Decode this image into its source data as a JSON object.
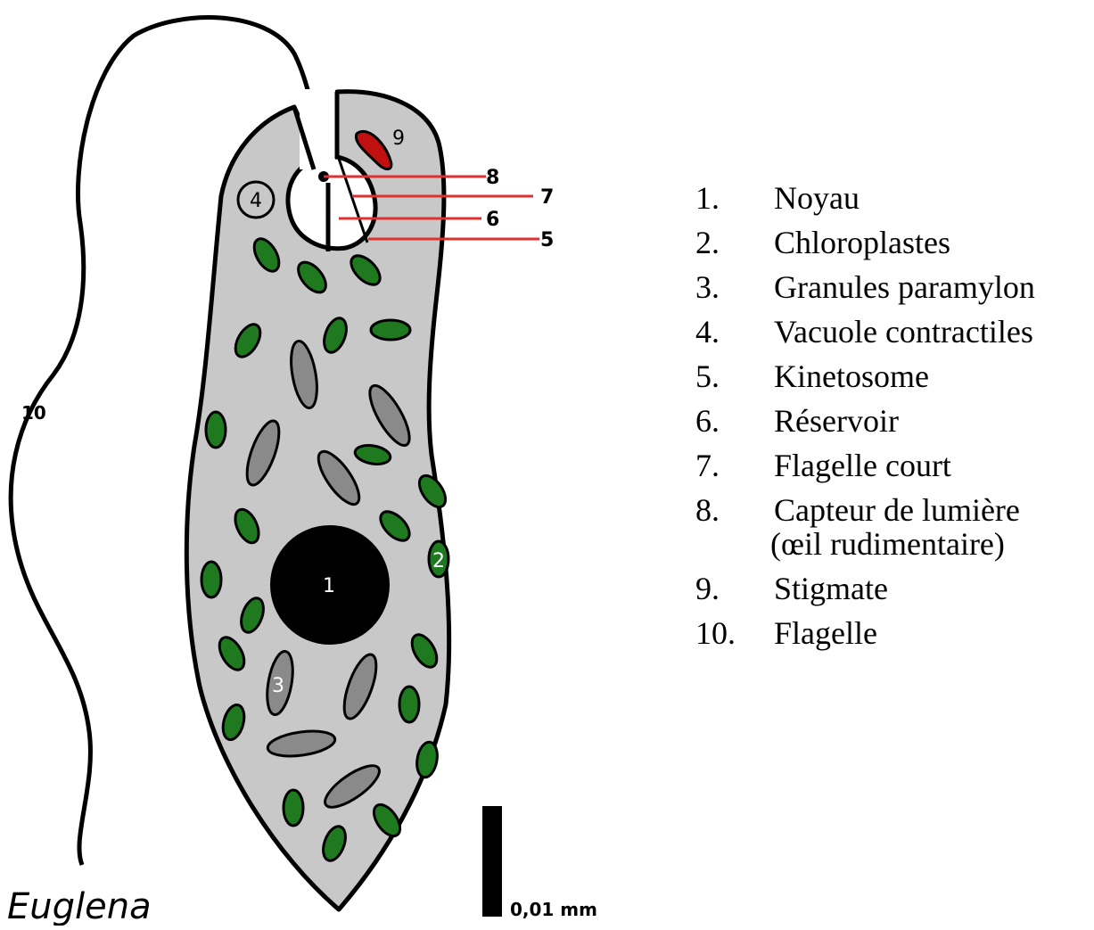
{
  "diagram": {
    "title": "Euglena",
    "scale_label": "0,01 mm",
    "callouts": {
      "c1": "1",
      "c2": "2",
      "c3": "3",
      "c4": "4",
      "c5": "5",
      "c6": "6",
      "c7": "7",
      "c8": "8",
      "c9": "9",
      "c10": "10"
    },
    "colors": {
      "cell_fill": "#c8c8c8",
      "chloroplast": "#1f7a1f",
      "paramylon": "#8a8a8a",
      "stigma": "#c01010",
      "leader_lines": "#e03030",
      "outline": "#000000"
    }
  },
  "legend": [
    {
      "number": "1.",
      "text": "Noyau"
    },
    {
      "number": "2.",
      "text": "Chloroplastes"
    },
    {
      "number": "3.",
      "text": "Granules paramylon"
    },
    {
      "number": "4.",
      "text": "Vacuole contractiles"
    },
    {
      "number": "5.",
      "text": "Kinetosome"
    },
    {
      "number": "6.",
      "text": "Réservoir"
    },
    {
      "number": "7.",
      "text": "Flagelle court"
    },
    {
      "number": "8.",
      "text": "Capteur de lumière",
      "continuation": "(œil rudimentaire)"
    },
    {
      "number": "9.",
      "text": "Stigmate"
    },
    {
      "number": "10.",
      "text": "Flagelle"
    }
  ]
}
